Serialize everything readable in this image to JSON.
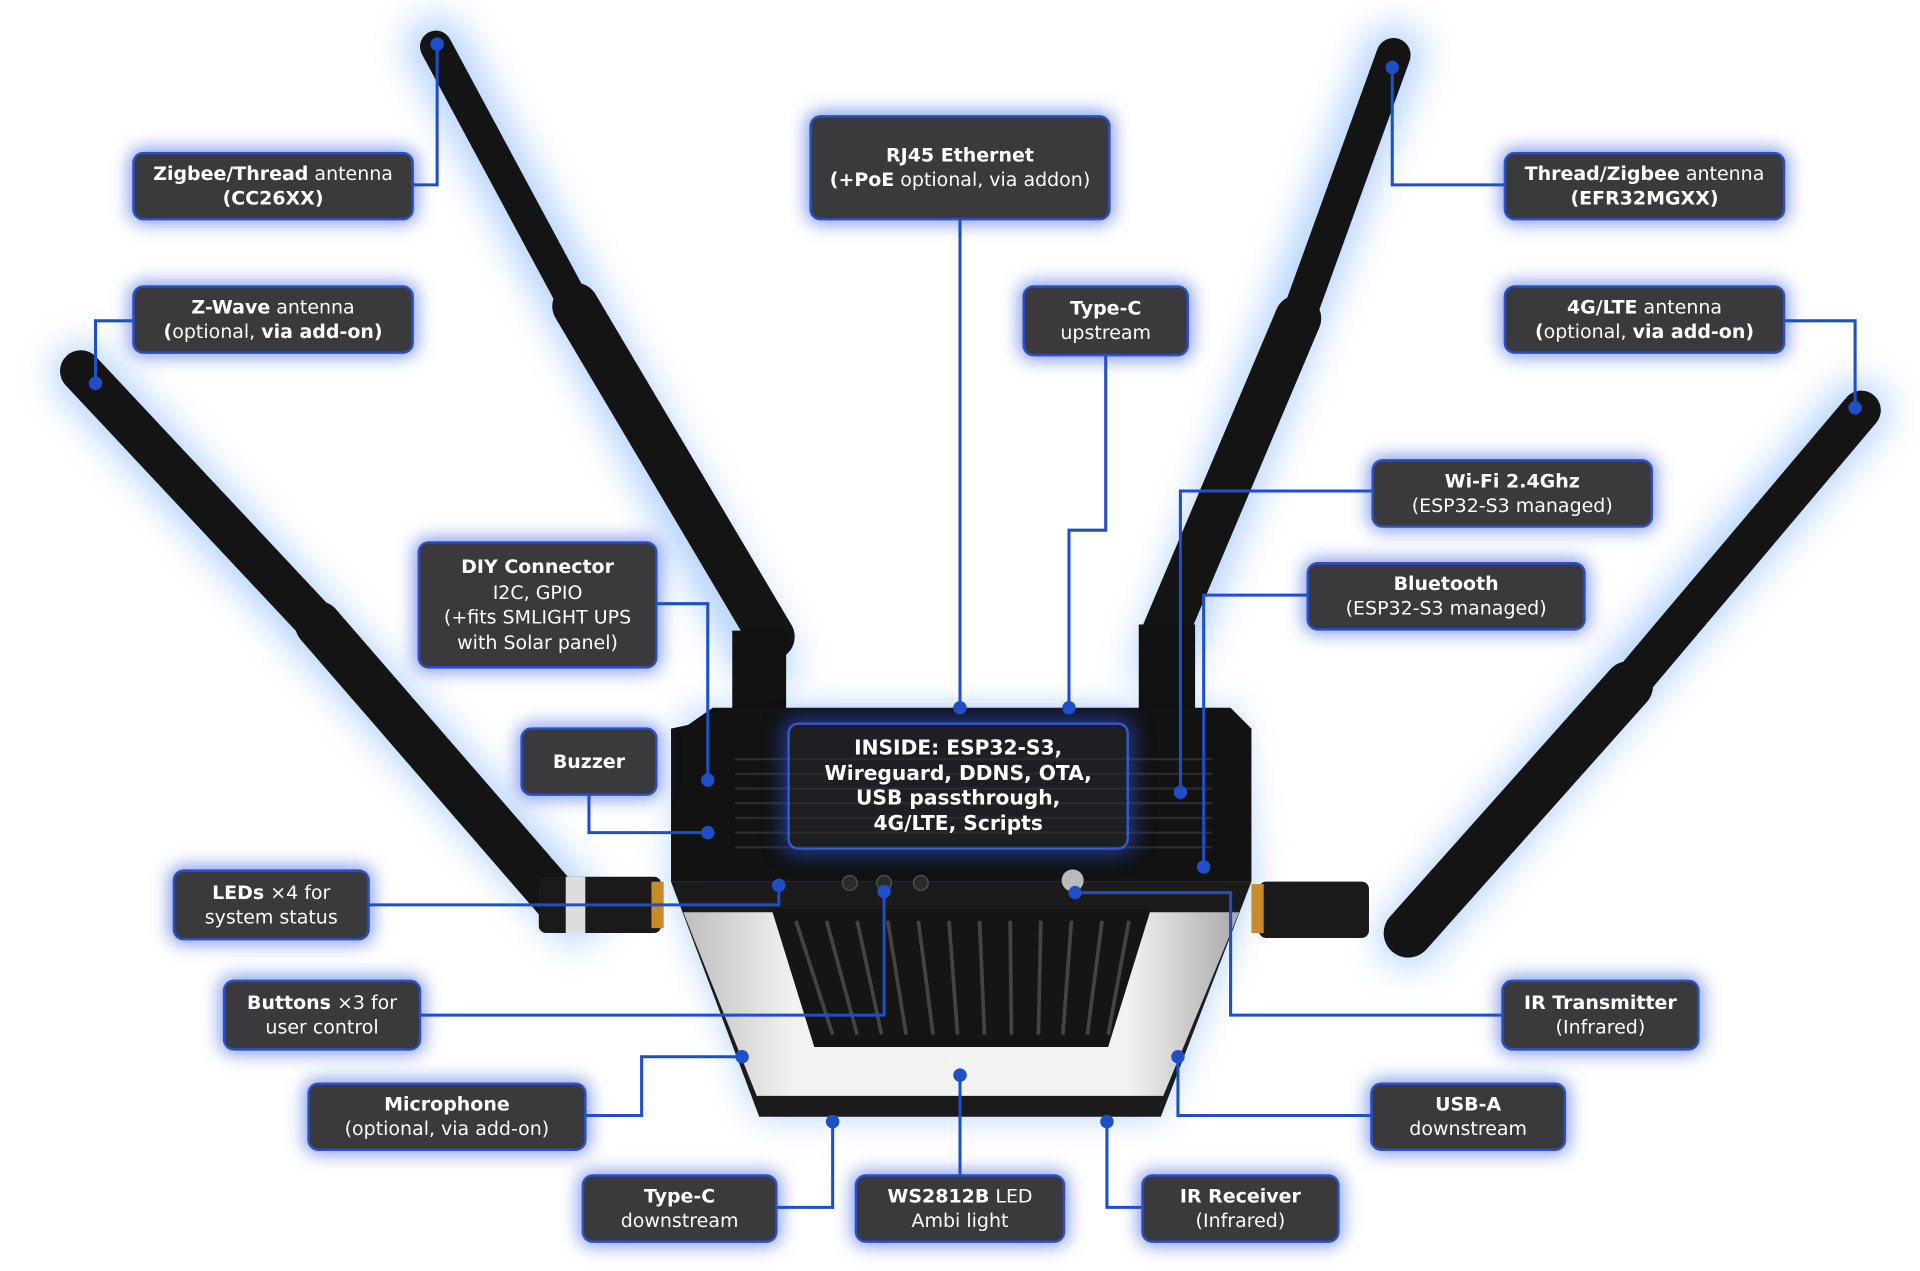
{
  "accent_color": "#1f4fc6",
  "labels": {
    "zigbee_cc26": {
      "lines": [
        {
          "b": "Zigbee/Thread",
          "n": " antenna"
        },
        {
          "b": "(CC26XX)",
          "n": ""
        }
      ]
    },
    "zwave": {
      "lines": [
        {
          "b": "Z-Wave",
          "n": " antenna"
        },
        {
          "b": "(",
          "n": "optional, ",
          "b2": "via add-on)"
        }
      ]
    },
    "rj45": {
      "lines": [
        {
          "b": "RJ45 Ethernet",
          "n": ""
        },
        {
          "b": "(+PoE",
          "n": " optional, via addon)"
        }
      ]
    },
    "typec_up": {
      "lines": [
        {
          "b": "Type-C",
          "n": ""
        },
        {
          "b": "",
          "n": "upstream"
        }
      ]
    },
    "thread_efr32": {
      "lines": [
        {
          "b": "Thread/Zigbee",
          "n": " antenna"
        },
        {
          "b": "(EFR32MGXX)",
          "n": ""
        }
      ]
    },
    "lte": {
      "lines": [
        {
          "b": "4G/LTE",
          "n": " antenna"
        },
        {
          "b": "(",
          "n": "optional, ",
          "b2": "via add-on)"
        }
      ]
    },
    "wifi": {
      "lines": [
        {
          "b": "Wi-Fi 2.4Ghz",
          "n": ""
        },
        {
          "b": "",
          "n": "(ESP32-S3 managed)"
        }
      ]
    },
    "bluetooth": {
      "lines": [
        {
          "b": "Bluetooth",
          "n": ""
        },
        {
          "b": "",
          "n": "(ESP32-S3 managed)"
        }
      ]
    },
    "diy": {
      "lines": [
        {
          "b": "DIY Connector",
          "n": ""
        },
        {
          "b": "",
          "n": "I2C, GPIO"
        },
        {
          "b": "",
          "n": "(+fits SMLIGHT UPS"
        },
        {
          "b": "",
          "n": "with Solar panel)"
        }
      ]
    },
    "buzzer": {
      "lines": [
        {
          "b": "Buzzer",
          "n": ""
        }
      ]
    },
    "inside": {
      "lines": [
        {
          "b": "INSIDE: ESP32-S3,",
          "n": ""
        },
        {
          "b": "Wireguard, DDNS, OTA,",
          "n": ""
        },
        {
          "b": "USB passthrough,",
          "n": ""
        },
        {
          "b": "4G/LTE, Scripts",
          "n": ""
        }
      ]
    },
    "leds": {
      "lines": [
        {
          "b": "LEDs",
          "n": " ×4 for"
        },
        {
          "b": "",
          "n": "system status"
        }
      ]
    },
    "buttons": {
      "lines": [
        {
          "b": "Buttons",
          "n": " ×3 for"
        },
        {
          "b": "",
          "n": "user control"
        }
      ]
    },
    "microphone": {
      "lines": [
        {
          "b": "Microphone",
          "n": ""
        },
        {
          "b": "",
          "n": "(optional, via add-on)"
        }
      ]
    },
    "typec_down": {
      "lines": [
        {
          "b": "Type-C",
          "n": ""
        },
        {
          "b": "",
          "n": "downstream"
        }
      ]
    },
    "ws2812b": {
      "lines": [
        {
          "b": "WS2812B",
          "n": " LED"
        },
        {
          "b": "",
          "n": "Ambi light"
        }
      ]
    },
    "ir_rx": {
      "lines": [
        {
          "b": "IR Receiver",
          "n": ""
        },
        {
          "b": "",
          "n": "(Infrared)"
        }
      ]
    },
    "ir_tx": {
      "lines": [
        {
          "b": "IR Transmitter",
          "n": ""
        },
        {
          "b": "",
          "n": "(Infrared)"
        }
      ]
    },
    "usba": {
      "lines": [
        {
          "b": "USB-A",
          "n": ""
        },
        {
          "b": "",
          "n": "downstream"
        }
      ]
    }
  }
}
